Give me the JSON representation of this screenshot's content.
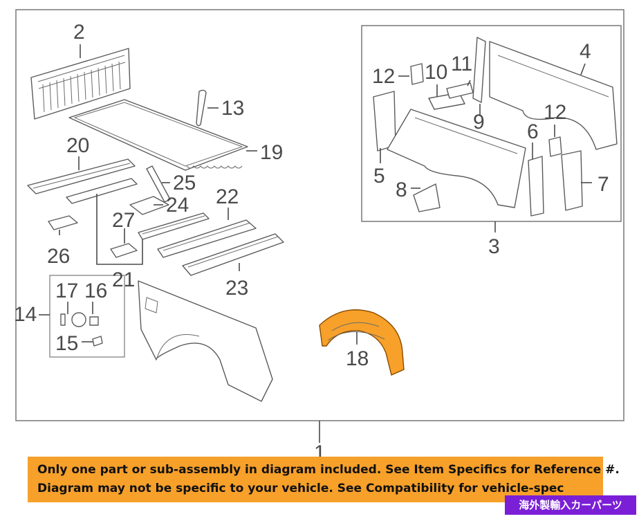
{
  "callouts": {
    "c1": "1",
    "c2": "2",
    "c3": "3",
    "c4": "4",
    "c5": "5",
    "c6": "6",
    "c7": "7",
    "c8": "8",
    "c9": "9",
    "c10": "10",
    "c11": "11",
    "c12a": "12",
    "c12b": "12",
    "c13": "13",
    "c14": "14",
    "c15": "15",
    "c16": "16",
    "c17": "17",
    "c18": "18",
    "c19": "19",
    "c20": "20",
    "c21": "21",
    "c22": "22",
    "c23": "23",
    "c24": "24",
    "c25": "25",
    "c26": "26",
    "c27": "27"
  },
  "highlight_color": "#f7a12a",
  "notice": {
    "line1": "Only one part or sub-assembly in diagram included. See Item Specifics for Reference #.",
    "line2": "Diagram may not be specific to your vehicle. See Compatibility for vehicle-spec",
    "background": "#f7a02a"
  },
  "badge": {
    "text": "海外製輸入カーパーツ",
    "background": "#7a1fd6"
  }
}
